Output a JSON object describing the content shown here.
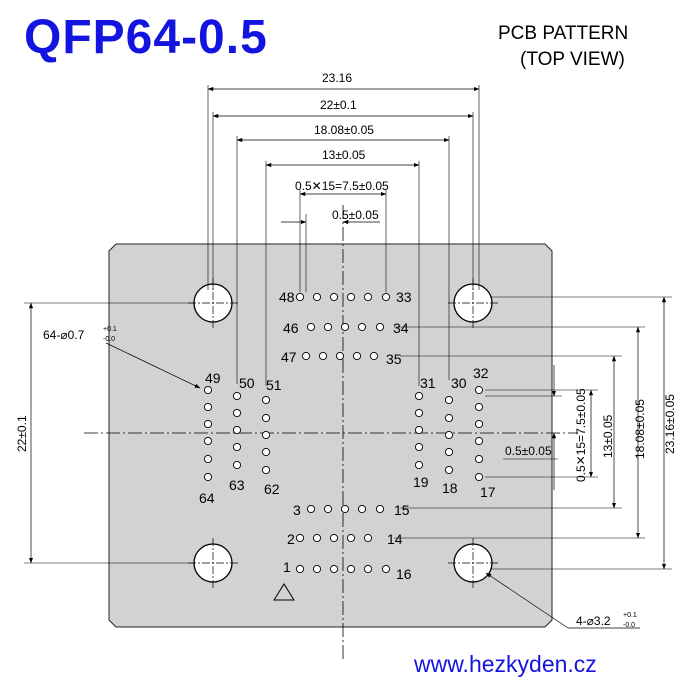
{
  "header": {
    "title": "QFP64-0.5",
    "subtitle_line1": "PCB PATTERN",
    "subtitle_line2": "(TOP VIEW)"
  },
  "footer": {
    "website": "www.hezkyden.cz"
  },
  "dimensions": {
    "overall_width": "23.16",
    "pad_outer_width": "22±0.1",
    "pad_mid_width": "18.08±0.05",
    "pad_inner_width": "13±0.05",
    "pitch_span_top": "0.5✕15=7.5±0.05",
    "pitch_top": "0.5±0.05",
    "small_hole": "64-⌀0.7",
    "small_hole_tol_plus": "+0.1",
    "small_hole_tol_minus": "-0.0",
    "left_height": "22±0.1",
    "pitch_span_right": "0.5✕15=7.5±0.05",
    "pitch_right": "0.5±0.05",
    "right_13": "13±0.05",
    "right_1808": "18.08±0.05",
    "right_2316": "23.16±0.05",
    "big_hole": "4-⌀3.2",
    "big_hole_tol_plus": "+0.1",
    "big_hole_tol_minus": "-0.0"
  },
  "pins": {
    "p48": "48",
    "p33": "33",
    "p46": "46",
    "p34": "34",
    "p47": "47",
    "p35": "35",
    "p49": "49",
    "p50": "50",
    "p51": "51",
    "p64": "64",
    "p63": "63",
    "p62": "62",
    "p31": "31",
    "p30": "30",
    "p32": "32",
    "p19": "19",
    "p18": "18",
    "p17": "17",
    "p3": "3",
    "p15": "15",
    "p2": "2",
    "p14": "14",
    "p1": "1",
    "p16": "16"
  },
  "colors": {
    "title": "#1414e0",
    "board": "#d2d2d2",
    "line": "#000000"
  }
}
